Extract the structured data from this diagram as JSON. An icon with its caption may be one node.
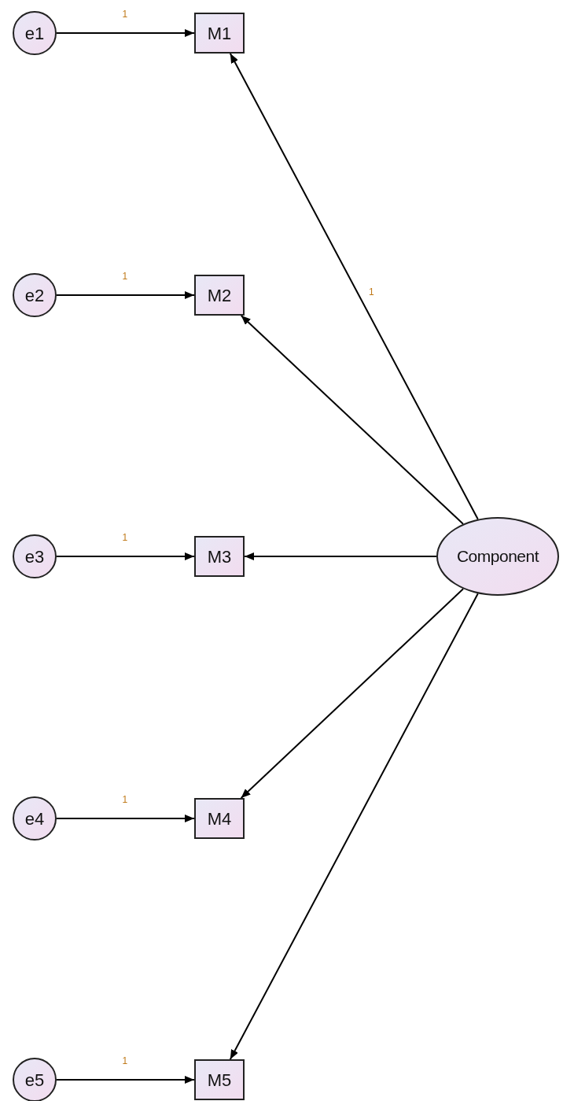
{
  "diagram": {
    "nodes": [
      {
        "text": [
          "e1"
        ]
      },
      {
        "text": [
          "M1"
        ]
      },
      {
        "text": [
          "e2"
        ]
      },
      {
        "text": [
          "M2"
        ]
      },
      {
        "text": [
          "e3"
        ]
      },
      {
        "text": [
          "M3"
        ]
      },
      {
        "text": [
          "Component"
        ]
      },
      {
        "text": [
          "e4"
        ]
      },
      {
        "text": [
          "M4"
        ]
      },
      {
        "text": [
          "e5"
        ]
      },
      {
        "text": [
          "M5"
        ]
      }
    ],
    "edges": [
      {
        "from": 0,
        "to": 1,
        "arrow": "to",
        "label": "1"
      },
      {
        "from": 2,
        "to": 3,
        "arrow": "to",
        "label": "1"
      },
      {
        "from": 4,
        "to": 5,
        "arrow": "to",
        "label": "1"
      },
      {
        "from": 7,
        "to": 8,
        "arrow": "to",
        "label": "1"
      },
      {
        "from": 9,
        "to": 10,
        "arrow": "to",
        "label": "1"
      },
      {
        "from": 6,
        "to": 1,
        "arrow": "to",
        "label": "1"
      },
      {
        "from": 6,
        "to": 3,
        "arrow": "to"
      },
      {
        "from": 6,
        "to": 5,
        "arrow": "to"
      },
      {
        "from": 6,
        "to": 8,
        "arrow": "to"
      },
      {
        "from": 6,
        "to": 10,
        "arrow": "to"
      }
    ]
  }
}
